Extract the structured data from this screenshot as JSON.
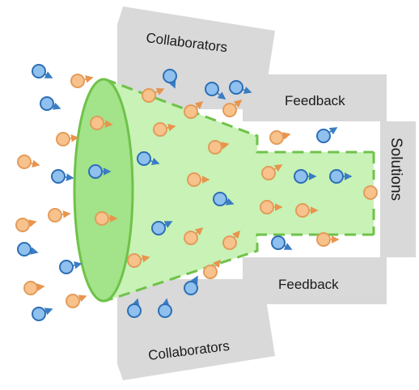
{
  "labels": {
    "collaborators_top": "Collaborators",
    "feedback_top": "Feedback",
    "solutions": "Solutions",
    "feedback_bottom": "Feedback",
    "collaborators_bottom": "Collaborators"
  },
  "colors": {
    "panel": "#d9d9d9",
    "funnel_fill": "#c8f2b6",
    "funnel_stroke": "#6fc24a",
    "funnel_mouth": "#a3e38a",
    "orange_dot": "#f8c28c",
    "orange_dot_stroke": "#e39c5a",
    "orange_arrow": "#e8944d",
    "blue_dot": "#8fc0ee",
    "blue_dot_stroke": "#2c6fb6",
    "blue_arrow": "#3a7cc4"
  }
}
